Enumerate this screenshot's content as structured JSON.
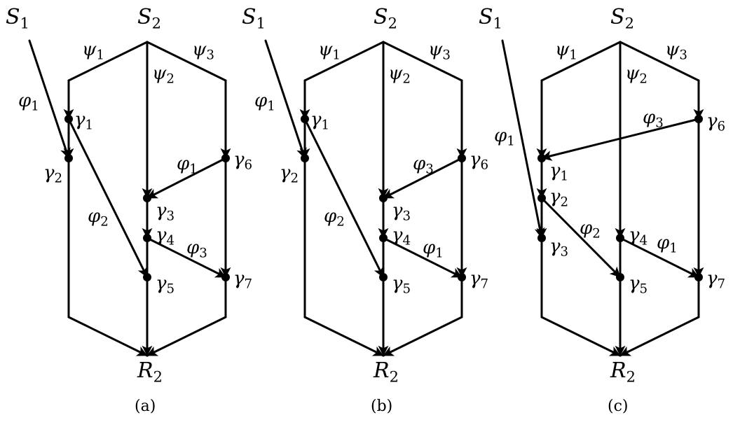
{
  "figure": {
    "panels": [
      {
        "caption": "(a)",
        "source1": "S",
        "source1_sub": "1",
        "source2": "S",
        "source2_sub": "2",
        "receiver": "R",
        "receiver_sub": "2",
        "psi": [
          {
            "sym": "ψ",
            "sub": "1"
          },
          {
            "sym": "ψ",
            "sub": "2"
          },
          {
            "sym": "ψ",
            "sub": "3"
          }
        ],
        "gammas": [
          {
            "sym": "γ",
            "sub": "1"
          },
          {
            "sym": "γ",
            "sub": "2"
          },
          {
            "sym": "γ",
            "sub": "3"
          },
          {
            "sym": "γ",
            "sub": "4"
          },
          {
            "sym": "γ",
            "sub": "5"
          },
          {
            "sym": "γ",
            "sub": "6"
          },
          {
            "sym": "γ",
            "sub": "7"
          }
        ],
        "phis": [
          {
            "sym": "φ",
            "sub": "1"
          },
          {
            "sym": "φ",
            "sub": "2"
          },
          {
            "sym": "φ",
            "sub": "1"
          },
          {
            "sym": "φ",
            "sub": "3"
          }
        ]
      },
      {
        "caption": "(b)",
        "source1": "S",
        "source1_sub": "1",
        "source2": "S",
        "source2_sub": "2",
        "receiver": "R",
        "receiver_sub": "2",
        "psi": [
          {
            "sym": "ψ",
            "sub": "1"
          },
          {
            "sym": "ψ",
            "sub": "2"
          },
          {
            "sym": "ψ",
            "sub": "3"
          }
        ],
        "gammas": [
          {
            "sym": "γ",
            "sub": "1"
          },
          {
            "sym": "γ",
            "sub": "2"
          },
          {
            "sym": "γ",
            "sub": "3"
          },
          {
            "sym": "γ",
            "sub": "4"
          },
          {
            "sym": "γ",
            "sub": "5"
          },
          {
            "sym": "γ",
            "sub": "6"
          },
          {
            "sym": "γ",
            "sub": "7"
          }
        ],
        "phis": [
          {
            "sym": "φ",
            "sub": "1"
          },
          {
            "sym": "φ",
            "sub": "2"
          },
          {
            "sym": "φ",
            "sub": "3"
          },
          {
            "sym": "φ",
            "sub": "1"
          }
        ]
      },
      {
        "caption": "(c)",
        "source1": "S",
        "source1_sub": "1",
        "source2": "S",
        "source2_sub": "2",
        "receiver": "R",
        "receiver_sub": "2",
        "psi": [
          {
            "sym": "ψ",
            "sub": "1"
          },
          {
            "sym": "ψ",
            "sub": "2"
          },
          {
            "sym": "ψ",
            "sub": "3"
          }
        ],
        "gammas": [
          {
            "sym": "γ",
            "sub": "1"
          },
          {
            "sym": "γ",
            "sub": "2"
          },
          {
            "sym": "γ",
            "sub": "3"
          },
          {
            "sym": "γ",
            "sub": "4"
          },
          {
            "sym": "γ",
            "sub": "5"
          },
          {
            "sym": "γ",
            "sub": "6"
          },
          {
            "sym": "γ",
            "sub": "7"
          }
        ],
        "phis": [
          {
            "sym": "φ",
            "sub": "1"
          },
          {
            "sym": "φ",
            "sub": "3"
          },
          {
            "sym": "φ",
            "sub": "2"
          },
          {
            "sym": "φ",
            "sub": "1"
          }
        ]
      }
    ]
  }
}
